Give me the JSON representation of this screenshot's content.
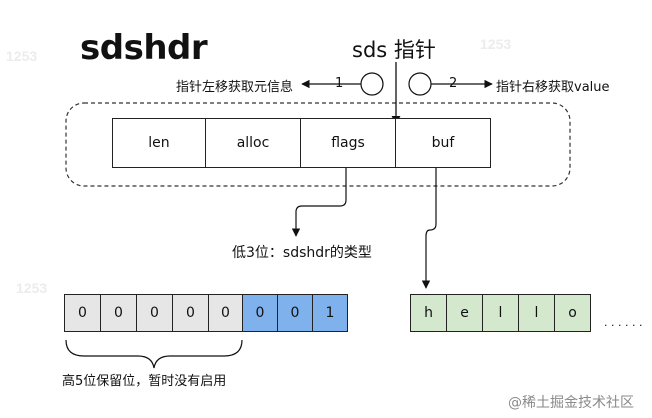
{
  "title": "sdshdr",
  "pointer_label": "sds 指针",
  "left_label": "指针左移获取元信息",
  "left_step": "1",
  "right_label": "指针右移获取value",
  "right_step": "2",
  "header_fields": [
    "len",
    "alloc",
    "flags",
    "buf"
  ],
  "flags_caption": "低3位：sdshdr的类型",
  "flag_bits": [
    "0",
    "0",
    "0",
    "0",
    "0",
    "0",
    "0",
    "1"
  ],
  "reserved_caption": "高5位保留位，暂时没有启用",
  "buf_chars": [
    "h",
    "e",
    "l",
    "l",
    "o"
  ],
  "ellipsis": ". . . . . .",
  "watermark": "@稀土掘金技术社区"
}
